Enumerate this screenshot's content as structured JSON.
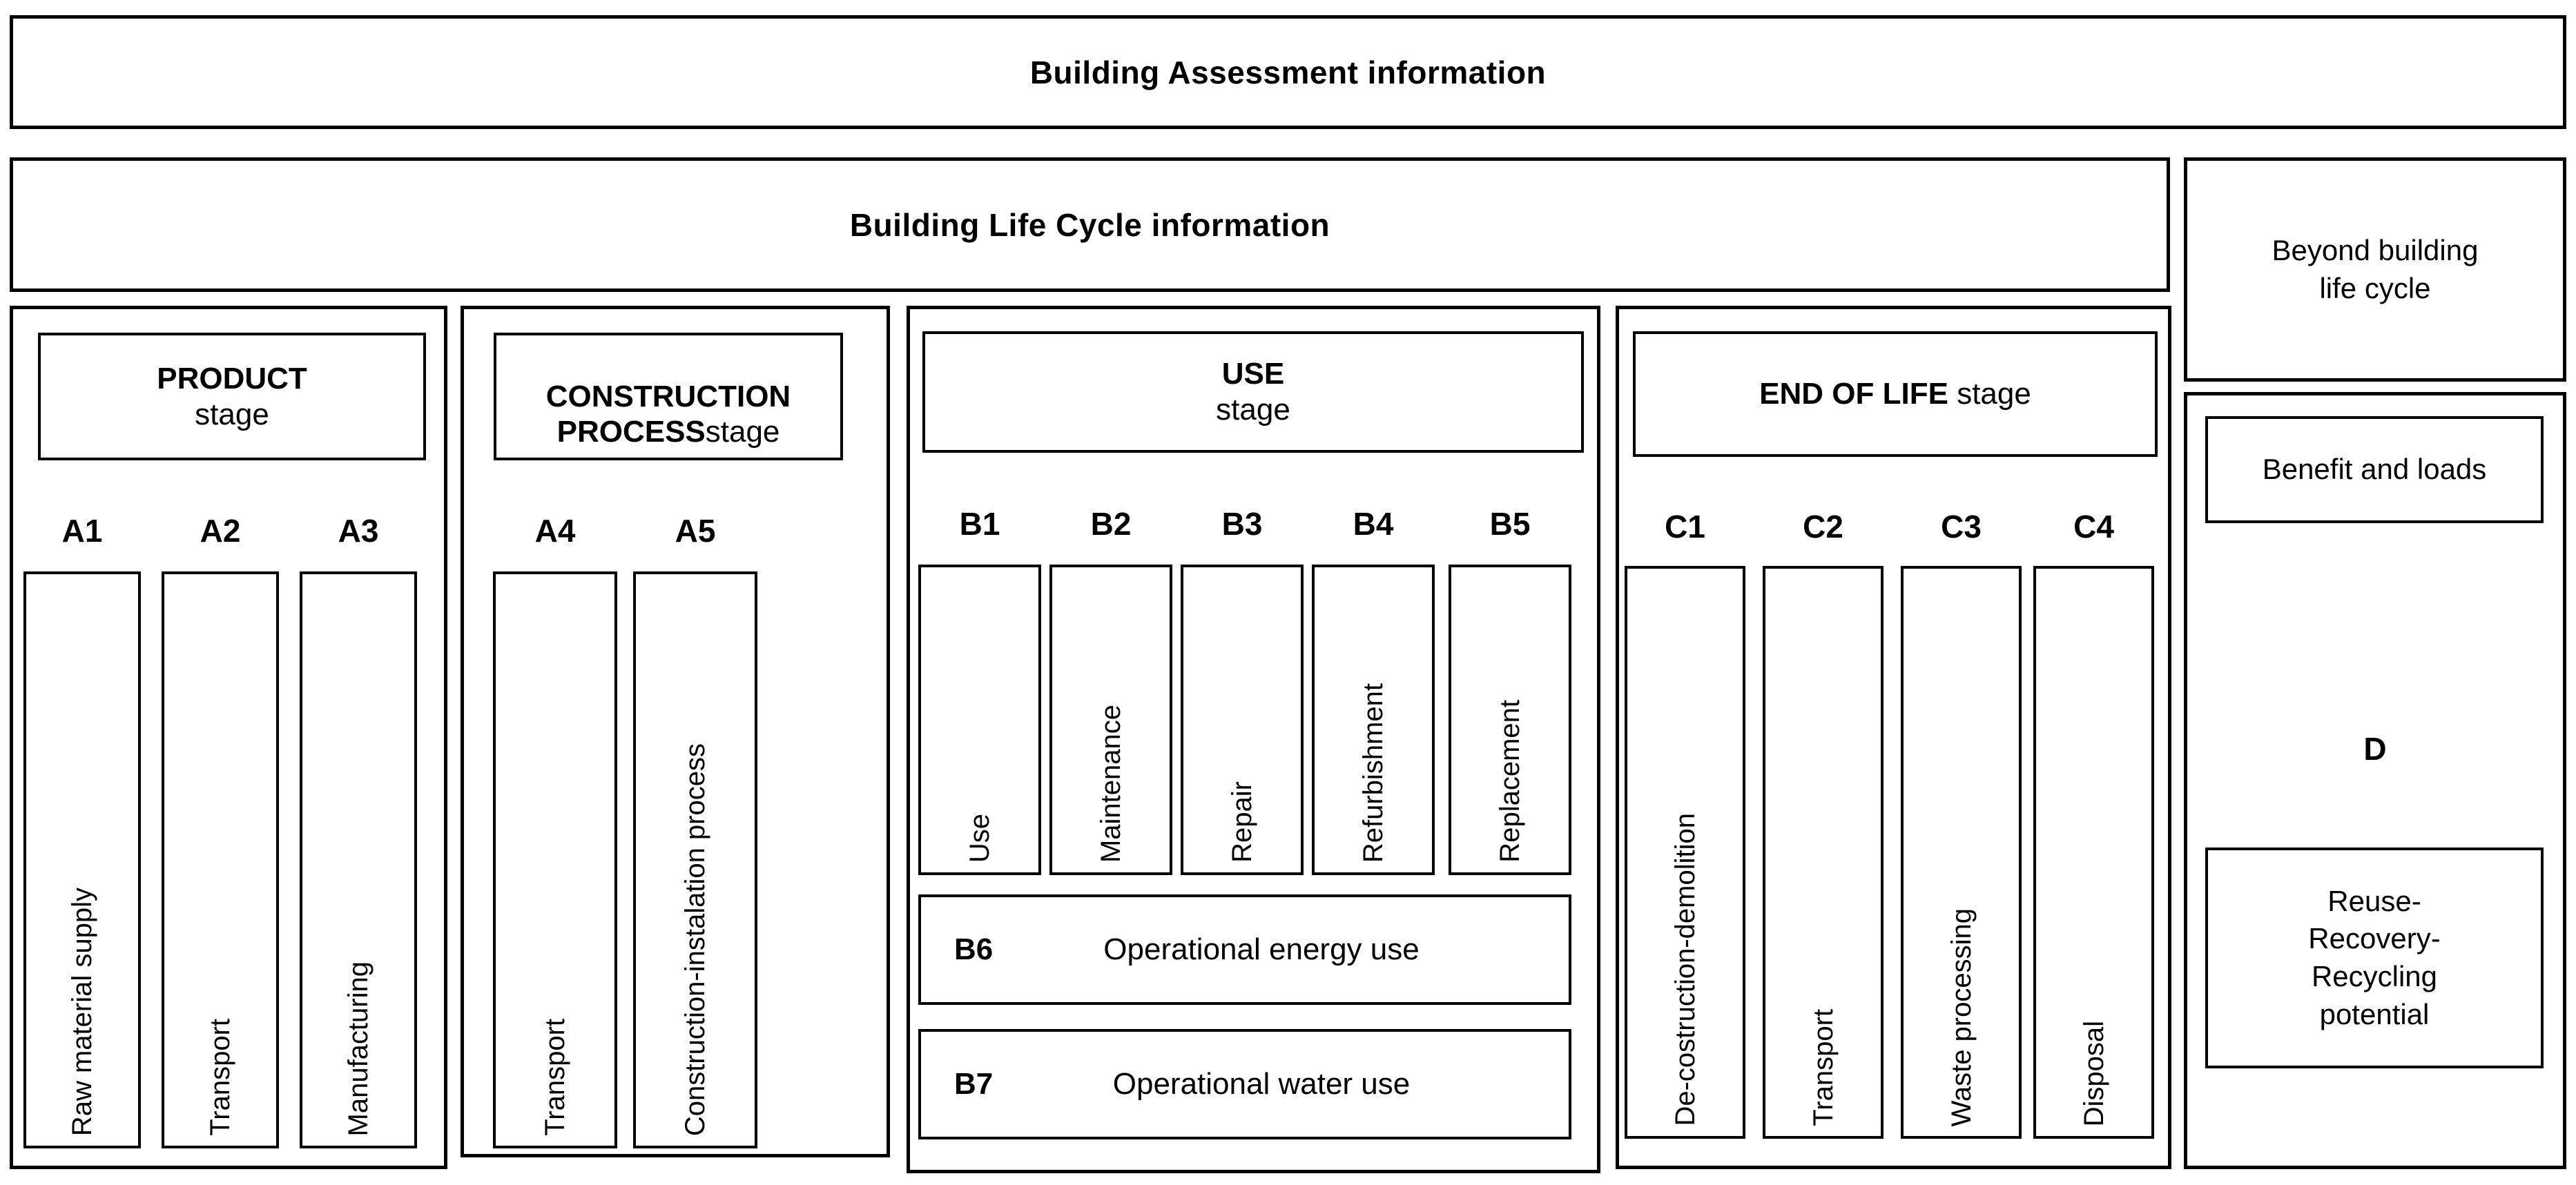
{
  "diagram": {
    "title_banner": "Building Assessment information",
    "lifecycle_banner": "Building Life Cycle information",
    "beyond_panel": "Beyond building\nlife cycle"
  },
  "stages": {
    "product": {
      "title_strong": "PRODUCT",
      "title_light": "stage",
      "modules": [
        {
          "code": "A1",
          "label": "Raw material supply"
        },
        {
          "code": "A2",
          "label": "Transport"
        },
        {
          "code": "A3",
          "label": "Manufacturing"
        }
      ]
    },
    "construction": {
      "title_strong": "CONSTRUCTION\nPROCESS",
      "title_light": "stage",
      "modules": [
        {
          "code": "A4",
          "label": "Transport"
        },
        {
          "code": "A5",
          "label": "Construction-instalation process"
        }
      ]
    },
    "use": {
      "title_strong": "USE",
      "title_light": "stage",
      "modules": [
        {
          "code": "B1",
          "label": "Use"
        },
        {
          "code": "B2",
          "label": "Maintenance"
        },
        {
          "code": "B3",
          "label": "Repair"
        },
        {
          "code": "B4",
          "label": "Refurbishment"
        },
        {
          "code": "B5",
          "label": "Replacement"
        }
      ],
      "rows": [
        {
          "code": "B6",
          "label": "Operational energy use"
        },
        {
          "code": "B7",
          "label": "Operational water use"
        }
      ]
    },
    "end_of_life": {
      "title_strong": "END OF LIFE",
      "title_light": "stage",
      "modules": [
        {
          "code": "C1",
          "label": "De-costruction-demolition"
        },
        {
          "code": "C2",
          "label": "Transport"
        },
        {
          "code": "C3",
          "label": "Waste processing"
        },
        {
          "code": "C4",
          "label": "Disposal"
        }
      ]
    }
  },
  "beyond": {
    "benefit_label": "Benefit and loads",
    "module_code": "D",
    "potential_label": "Reuse-\nRecovery-\nRecycling\npotential"
  },
  "colors": {
    "line": "#000000",
    "background": "#ffffff",
    "text": "#000000"
  }
}
